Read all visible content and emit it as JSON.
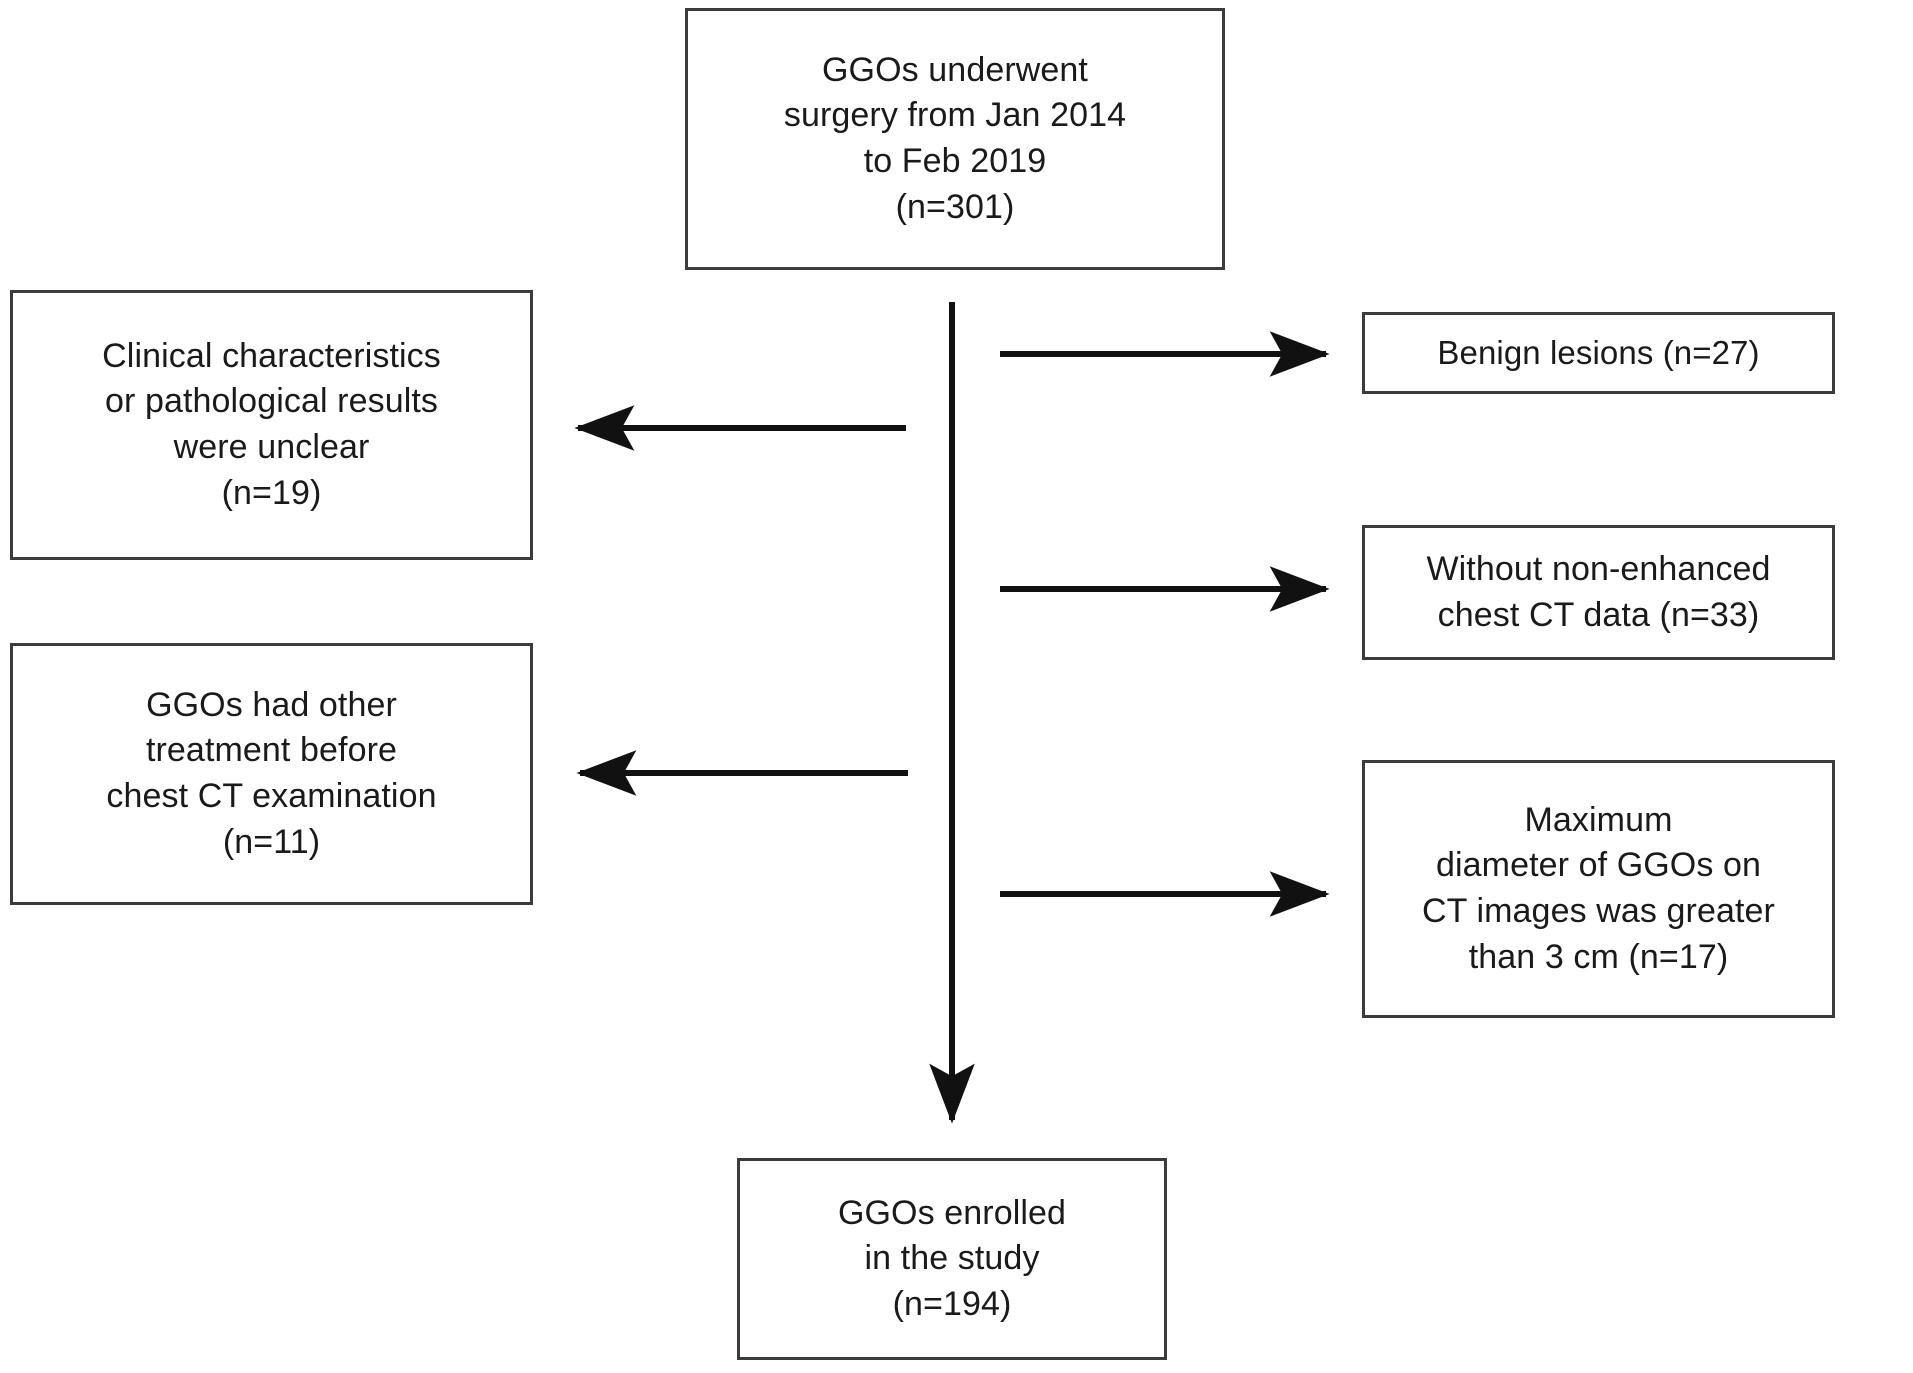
{
  "diagram": {
    "type": "flowchart",
    "title": "GGO study patient selection flow",
    "orientation": "top-to-bottom with lateral exclusion branches",
    "colors": {
      "background": "#ffffff",
      "box_border": "#3b3b3b",
      "text": "#1a1a1a",
      "connector": "#111111"
    },
    "nodes": [
      {
        "id": "source",
        "role": "entry",
        "text": "GGOs underwent\nsurgery from Jan 2014\nto Feb 2019\n(n=301)",
        "count_label": "(n=301)",
        "count": 301
      },
      {
        "id": "exclude-1",
        "role": "exclusion-left",
        "text": "Clinical characteristics\nor pathological results\nwere unclear\n(n=19)",
        "count_label": "(n=19)",
        "count": 19
      },
      {
        "id": "exclude-2",
        "role": "exclusion-left",
        "text": "GGOs had other\ntreatment before\nchest CT examination\n(n=11)",
        "count_label": "(n=11)",
        "count": 11
      },
      {
        "id": "exclude-3",
        "role": "exclusion-right",
        "text": "Benign lesions (n=27)",
        "count_label": "(n=27)",
        "count": 27
      },
      {
        "id": "exclude-4",
        "role": "exclusion-right",
        "text": "Without non-enhanced\nchest CT data (n=33)",
        "count_label": "(n=33)",
        "count": 33
      },
      {
        "id": "exclude-5",
        "role": "exclusion-right",
        "text": "Maximum\ndiameter of GGOs on\nCT images was greater\nthan 3 cm (n=17)",
        "count_label": "(n=17)",
        "count": 17
      },
      {
        "id": "enrolled",
        "role": "outcome",
        "text": "GGOs enrolled\nin the study\n(n=194)",
        "count_label": "(n=194)",
        "count": 194
      }
    ],
    "edges": [
      {
        "id": "edge-trunk",
        "from": "source",
        "to": "enrolled",
        "direction": "down",
        "arrowhead": true
      },
      {
        "id": "edge-exclude-3",
        "from": "source",
        "to": "exclude-3",
        "direction": "right",
        "arrowhead": true
      },
      {
        "id": "edge-exclude-1",
        "from": "source",
        "to": "exclude-1",
        "direction": "left",
        "arrowhead": true
      },
      {
        "id": "edge-exclude-4",
        "from": "source",
        "to": "exclude-4",
        "direction": "right",
        "arrowhead": true
      },
      {
        "id": "edge-exclude-2",
        "from": "source",
        "to": "exclude-2",
        "direction": "left",
        "arrowhead": true
      },
      {
        "id": "edge-exclude-5",
        "from": "source",
        "to": "exclude-5",
        "direction": "right",
        "arrowhead": true
      }
    ]
  }
}
